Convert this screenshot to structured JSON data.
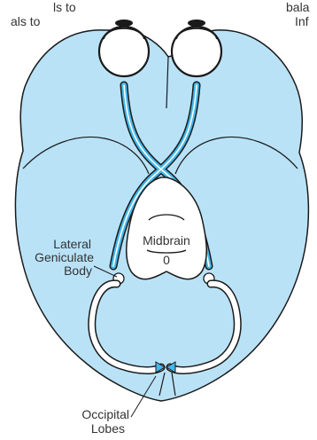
{
  "cutoff_text": {
    "left_lines": [
      "ls to",
      "als to"
    ],
    "right_lines": [
      "bala",
      "Inf"
    ]
  },
  "labels": {
    "lateral_geniculate": [
      "Lateral",
      "Geniculate",
      "Body"
    ],
    "midbrain": "Midbrain",
    "midbrain_mark": "0",
    "occipital": [
      "Occipital",
      "Lobes"
    ]
  },
  "colors": {
    "brain_fill": "#b9e2f7",
    "outline": "#1a1a1a",
    "optic_nerve": "#45b8ea",
    "radiation": "#ffffff",
    "background": "#ffffff"
  }
}
